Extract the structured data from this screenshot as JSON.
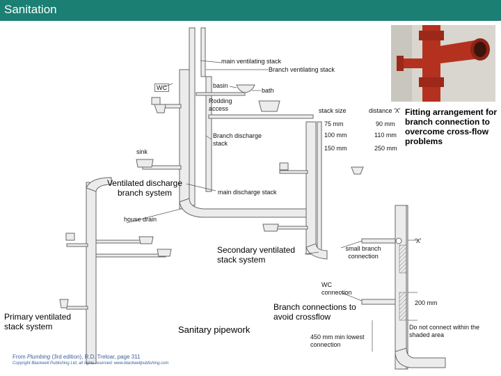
{
  "title": "Sanitation",
  "labels": {
    "main_ventilating_stack": "main ventilating stack",
    "branch_ventilating_stack": "Branch ventilating stack",
    "wc": "WC",
    "basin": "basin",
    "bath": "bath",
    "rodding_access": "Rodding access",
    "branch_discharge_stack": "Branch discharge stack",
    "sink": "sink",
    "ventilated_discharge": "Ventilated discharge branch system",
    "main_discharge_stack": "main discharge stack",
    "house_drain": "house drain",
    "secondary_ventilated": "Secondary ventilated stack system",
    "primary_ventilated": "Primary ventilated stack system",
    "sanitary_pipework": "Sanitary pipework",
    "fitting_arrangement": "Fitting arrangement for branch connection to overcome cross-flow problems",
    "small_branch": "small branch connection",
    "x_mark": "'X'",
    "wc_connection": "WC connection",
    "branch_connections": "Branch connections to avoid crossflow",
    "mm_200": "200 mm",
    "do_not_connect": "Do not connect within the shaded area",
    "min_lowest": "450 mm min lowest connection"
  },
  "table": {
    "header_stack": "stack size",
    "header_distance": "distance 'X'",
    "rows": [
      {
        "size": "75 mm",
        "distance": "90 mm"
      },
      {
        "size": "100 mm",
        "distance": "110 mm"
      },
      {
        "size": "150 mm",
        "distance": "250 mm"
      }
    ]
  },
  "credit": {
    "prefix": "From ",
    "book": "Plumbing",
    "edition": " (3rd edition), R.D. Treloar, page 311",
    "copyright": "Copyright Blackwell Publishing Ltd, all rights reserved: www.blackwellpublishing.com"
  },
  "colors": {
    "title_bar": "#1b7f73",
    "pipe_fill": "#e9e9e9",
    "pipe_stroke": "#666666",
    "cast_iron": "#b5311f"
  }
}
